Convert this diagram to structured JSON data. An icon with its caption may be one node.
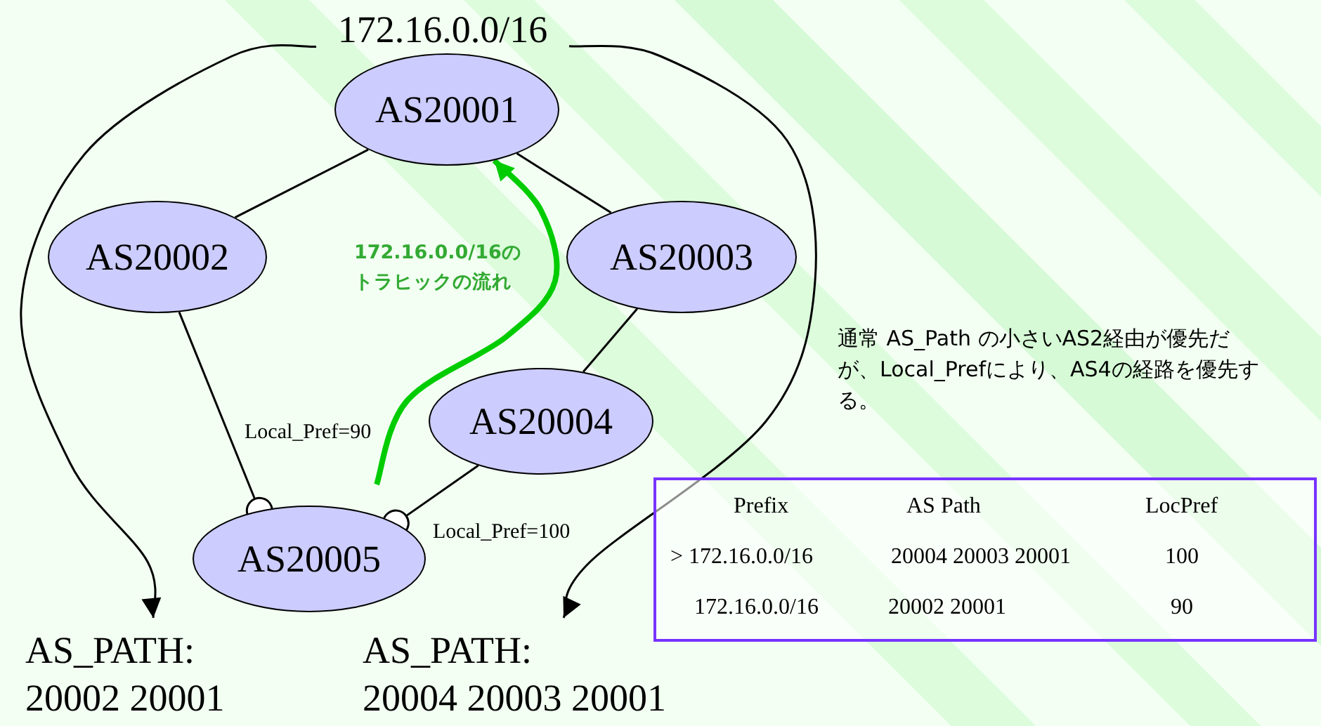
{
  "diagram": {
    "nodes": [
      {
        "text": [
          "172.16.0.0/16"
        ]
      },
      {
        "text": [
          "AS20001"
        ]
      },
      {
        "text": [
          "AS20002"
        ]
      },
      {
        "text": [
          "AS20003"
        ]
      },
      {
        "text": [
          "AS20004"
        ]
      },
      {
        "text": [
          "AS20005"
        ]
      },
      {
        "text": [
          "AS_PATH:",
          "20002 20001"
        ]
      },
      {
        "text": [
          "AS_PATH:",
          "20004 20003 20001"
        ]
      }
    ],
    "edges": [
      {
        "from": 1,
        "to": 2,
        "arrow": "none"
      },
      {
        "from": 1,
        "to": 3,
        "arrow": "none"
      },
      {
        "from": 3,
        "to": 4,
        "arrow": "none"
      },
      {
        "from": 2,
        "to": 5,
        "arrow": "other",
        "label": "Local_Pref=90"
      },
      {
        "from": 4,
        "to": 5,
        "arrow": "other",
        "label": "Local_Pref=100"
      },
      {
        "from": 0,
        "to": 6,
        "arrow": "to"
      },
      {
        "from": 0,
        "to": 7,
        "arrow": "to"
      },
      {
        "from": null,
        "to": 1,
        "arrow": "to",
        "label": "172.16.0.0/16のトラヒックの流れ",
        "style": "thick",
        "color": "#00cc00"
      }
    ],
    "labels": [
      "通常 AS_Path の小さいAS2経由が優先だが、Local_Prefにより、AS4の経路を優先する。",
      "Prefix",
      "AS Path",
      "LocPref",
      "> 172.16.0.0/16",
      "20004 20003 20001",
      "100",
      "172.16.0.0/16",
      "20002 20001",
      "90"
    ]
  }
}
